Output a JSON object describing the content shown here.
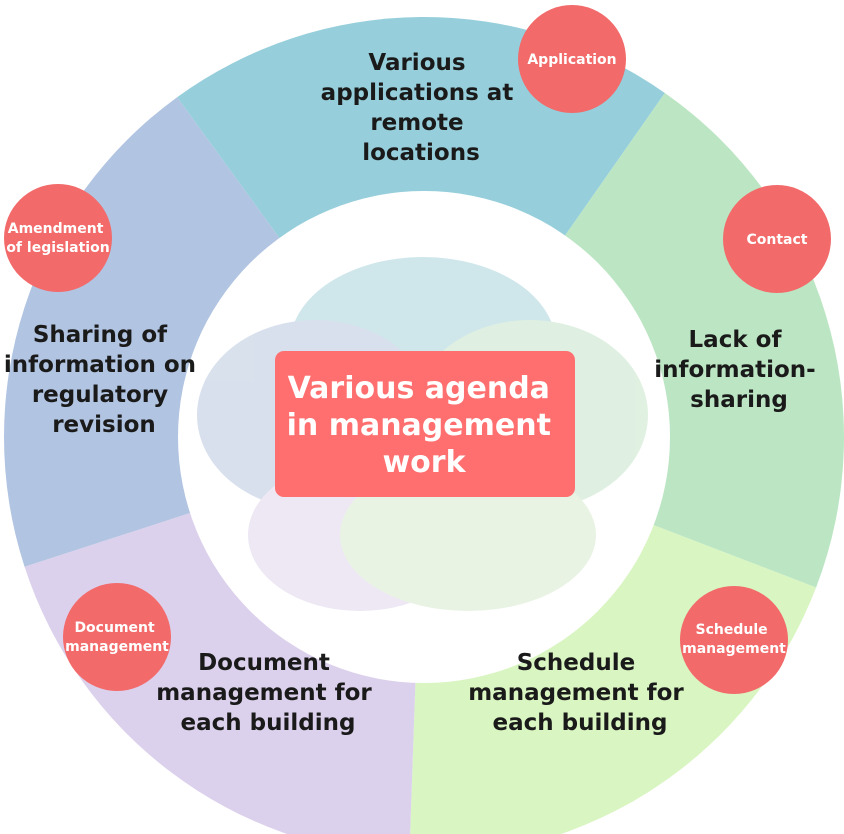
{
  "center": {
    "lines": [
      "Various agenda",
      "in management",
      "work"
    ],
    "color": "#ff6f6f"
  },
  "segments": [
    {
      "id": "applications",
      "lines": [
        "Various",
        "applications at",
        "remote",
        "locations"
      ],
      "color": "#96cfdb",
      "badge": [
        "Application"
      ]
    },
    {
      "id": "information-sharing",
      "lines": [
        "Lack of",
        "information-",
        "sharing"
      ],
      "color": "#bce6c3",
      "badge": [
        "Contact"
      ]
    },
    {
      "id": "schedule",
      "lines": [
        "Schedule",
        "management for",
        "each building"
      ],
      "color": "#d9f5c2",
      "badge": [
        "Schedule",
        "management"
      ]
    },
    {
      "id": "documents",
      "lines": [
        "Document",
        "management for",
        "each building"
      ],
      "color": "#dcd1ec",
      "badge": [
        "Document",
        "management"
      ]
    },
    {
      "id": "regulatory",
      "lines": [
        "Sharing of",
        "information on",
        "regulatory",
        "revision"
      ],
      "color": "#b1c4e1",
      "badge": [
        "Amendment",
        "of legislation"
      ]
    }
  ],
  "badge_color": "#f26a6a"
}
